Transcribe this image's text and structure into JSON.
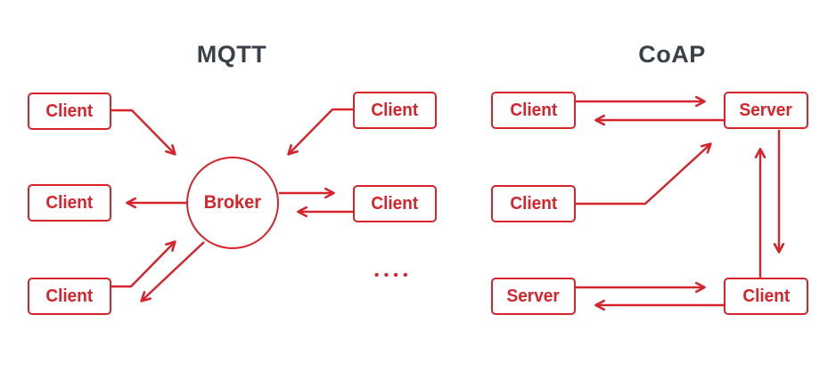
{
  "colors": {
    "accent_red": "#d7232b",
    "heading_dark": "#3a4148",
    "background": "#ffffff"
  },
  "mqtt": {
    "title": "MQTT",
    "broker_label": "Broker",
    "client_top_left_label": "Client",
    "client_middle_left_label": "Client",
    "client_bottom_left_label": "Client",
    "client_top_right_label": "Client",
    "client_middle_right_label": "Client",
    "more_clients_indicator": "••••"
  },
  "coap": {
    "title": "CoAP",
    "client_top_left_label": "Client",
    "server_top_right_label": "Server",
    "client_middle_left_label": "Client",
    "server_bottom_left_label": "Server",
    "client_bottom_right_label": "Client"
  }
}
